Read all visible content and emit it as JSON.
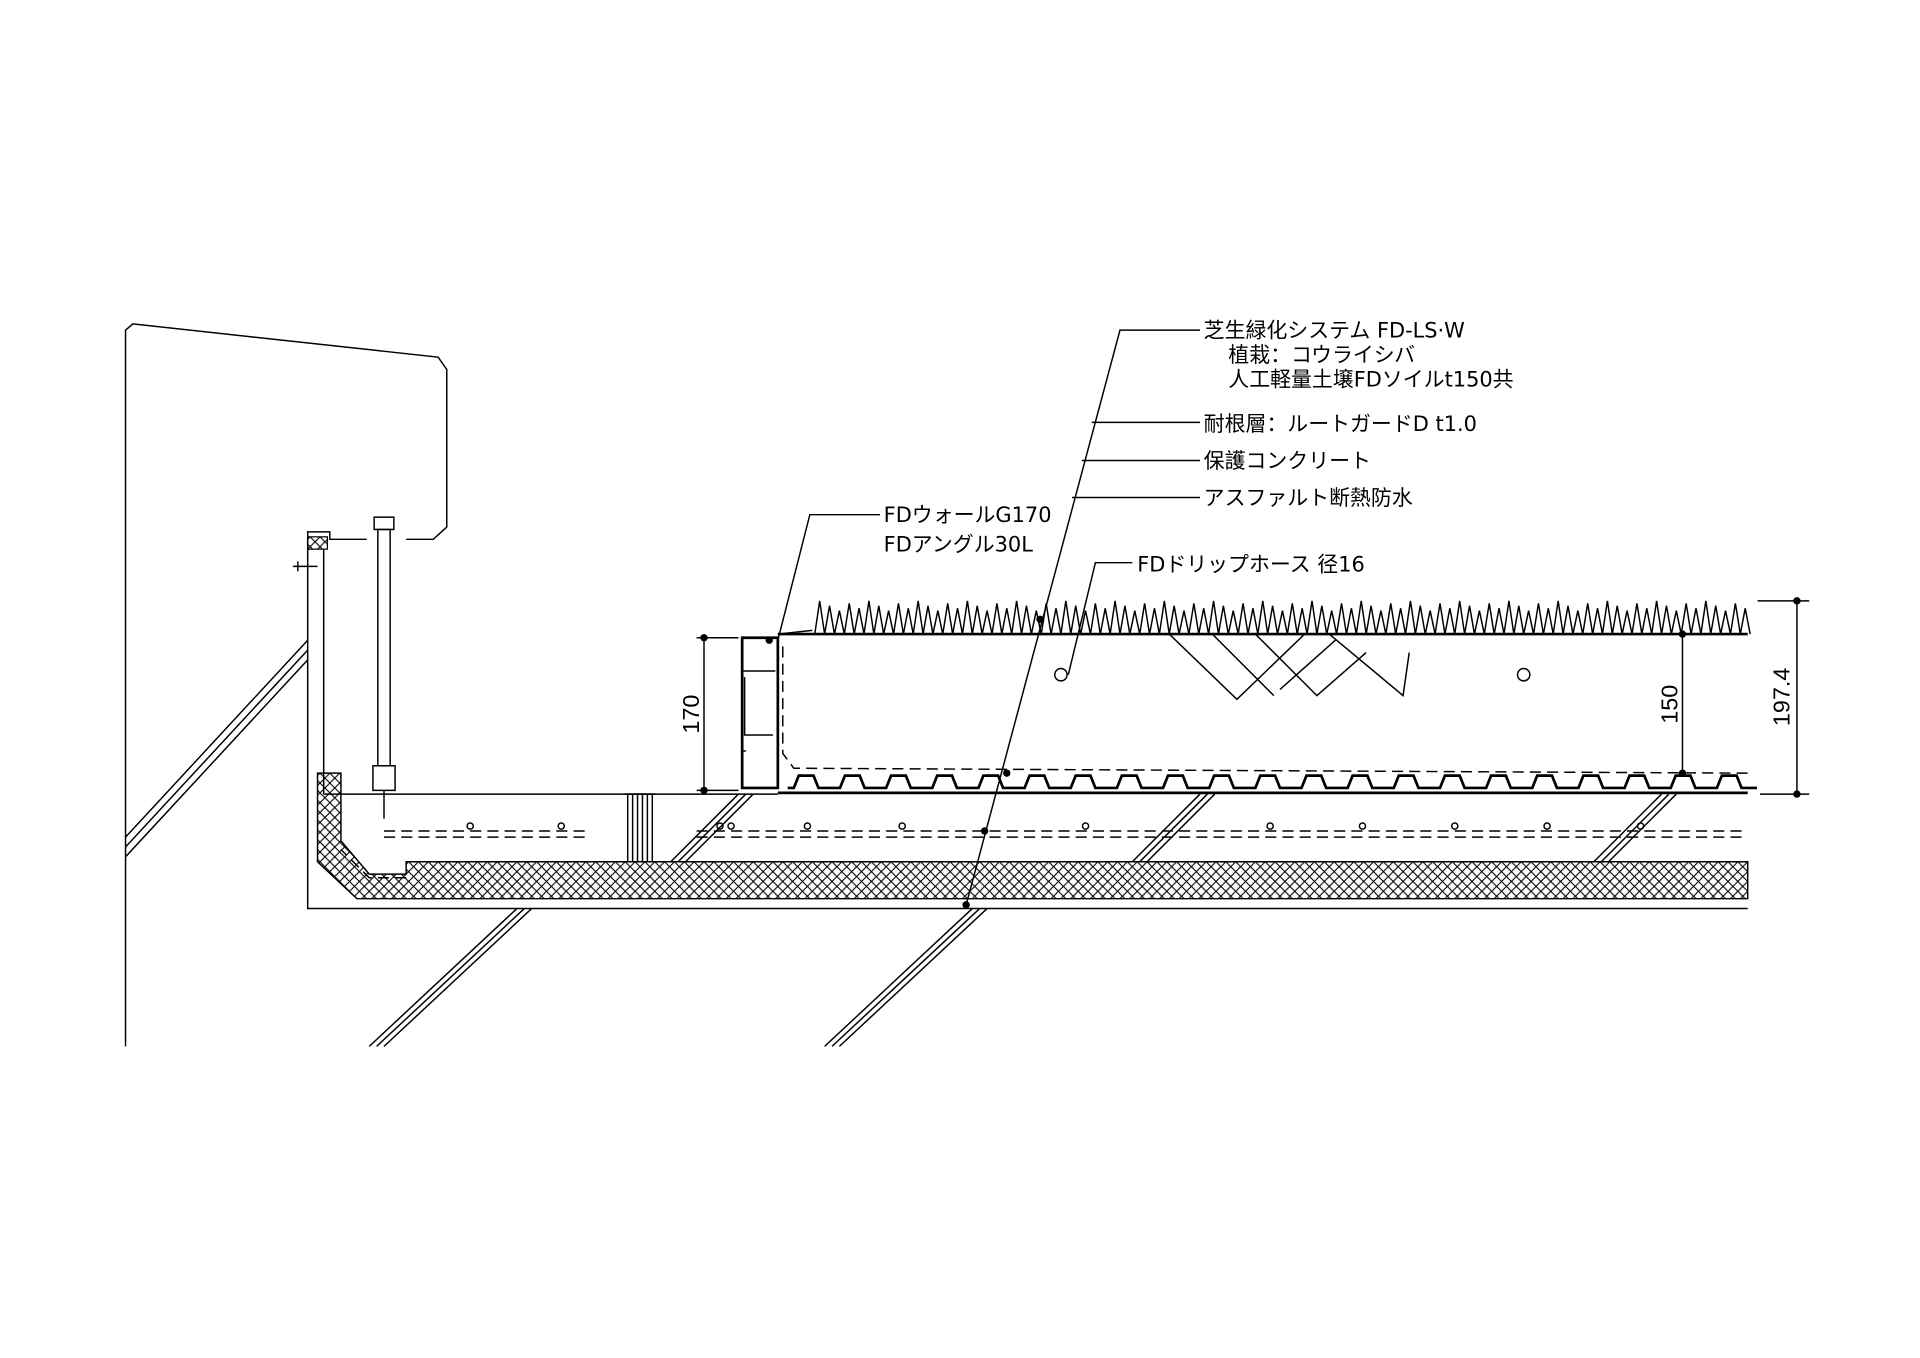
{
  "labels": {
    "system": {
      "title": "芝生緑化システム FD-LS·W",
      "planting": "植栽：コウライシバ",
      "soil": "人工軽量土壌FDソイルt150共"
    },
    "root_guard": "耐根層：ルートガードD t1.0",
    "protective_concrete": "保護コンクリート",
    "waterproofing": "アスファルト断熱防水",
    "drip_hose": "FDドリップホース 径16",
    "wall": "FDウォールG170",
    "angle": "FDアングル30L"
  },
  "dimensions": {
    "wall_height": "170",
    "soil_depth": "150",
    "total_depth": "197.4"
  }
}
